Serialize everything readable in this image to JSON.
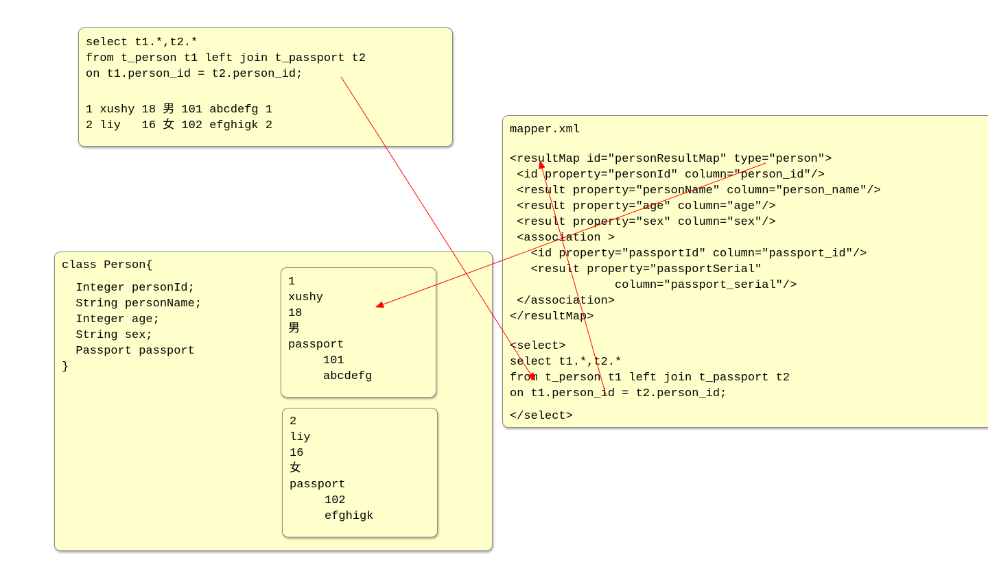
{
  "sql_note": {
    "lines": [
      "select t1.*,t2.*",
      "from t_person t1 left join t_passport t2",
      "on t1.person_id = t2.person_id;",
      "",
      "1 xushy 18 男 101 abcdefg 1",
      "2 liy   16 女 102 efghigk 2"
    ]
  },
  "mapper_note": {
    "lines": [
      "mapper.xml",
      "",
      "<resultMap id=\"personResultMap\" type=\"person\">",
      " <id property=\"personId\" column=\"person_id\"/>",
      " <result property=\"personName\" column=\"person_name\"/>",
      " <result property=\"age\" column=\"age\"/>",
      " <result property=\"sex\" column=\"sex\"/>",
      " <association >",
      "   <id property=\"passportId\" column=\"passport_id\"/>",
      "   <result property=\"passportSerial\"",
      "               column=\"passport_serial\"/>",
      " </association>",
      "</resultMap>",
      "",
      "<select>",
      "select t1.*,t2.*",
      "from t_person t1 left join t_passport t2",
      "on t1.person_id = t2.person_id;",
      "</select>"
    ]
  },
  "class_note": {
    "lines": [
      "class Person{",
      "  Integer personId;",
      "  String personName;",
      "  Integer age;",
      "  String sex;",
      "  Passport passport",
      "}"
    ]
  },
  "object_1": {
    "lines": [
      "1",
      "xushy",
      "18",
      "男",
      "passport",
      "     101",
      "     abcdefg"
    ]
  },
  "object_2": {
    "lines": [
      "2",
      "liy",
      "16",
      "女",
      "passport",
      "     102",
      "     efghigk"
    ]
  },
  "colors": {
    "note_fill": "#ffffcc",
    "arrow": "#ff0000"
  }
}
